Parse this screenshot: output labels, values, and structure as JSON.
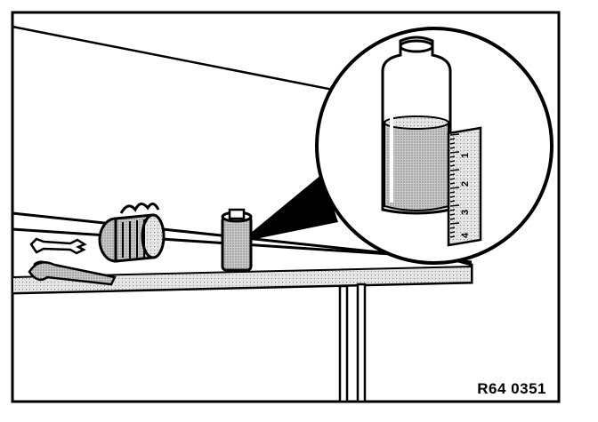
{
  "figure": {
    "reference_code": "R64 0351",
    "scale_labels": [
      "1",
      "2",
      "3",
      "4"
    ]
  },
  "colors": {
    "ink": "#000000",
    "paper": "#ffffff",
    "shade": "#b8b8b8",
    "dark_shade": "#8a8a8a",
    "liquid": "#a9a9a9"
  }
}
